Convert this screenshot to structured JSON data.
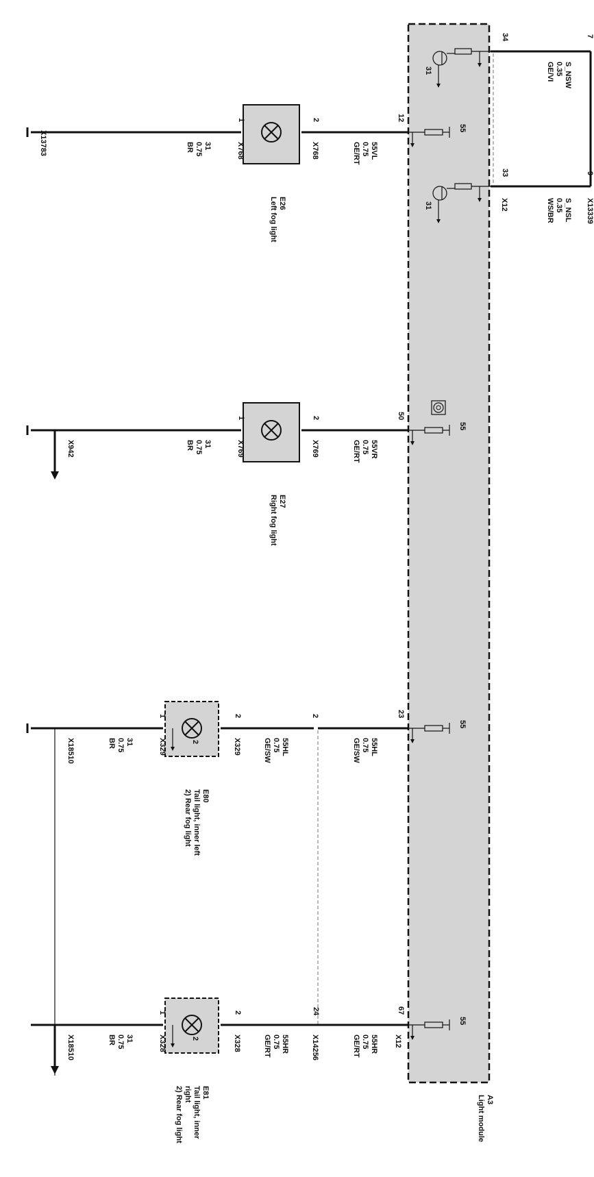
{
  "module": {
    "code": "A3",
    "name": "Light module",
    "connector": "X12",
    "fill": "#d4d4d4"
  },
  "top_wires": {
    "connector": "X13339",
    "wire1": {
      "module_pin": "34",
      "conn_pin": "7",
      "signal": "S_NSW",
      "size": "0.35",
      "color": "GE/VI"
    },
    "wire2": {
      "module_pin": "33",
      "conn_pin": "9",
      "signal": "S_NSL",
      "size": "0.35",
      "color": "WS/BR"
    },
    "transistor_ground": "31"
  },
  "fuse_label": "55",
  "lamps": [
    {
      "code": "E26",
      "name": "Left fog light",
      "conn": "X768",
      "pin_in": "2",
      "pin_out": "1",
      "module_pin": "12",
      "signal": "55VL",
      "size": "0.75",
      "color": "GE/RT",
      "ground": "31",
      "ground_size": "0.75",
      "ground_color": "BR",
      "ground_conn": "X13783"
    },
    {
      "code": "E27",
      "name": "Right fog light",
      "conn": "X769",
      "pin_in": "2",
      "pin_out": "1",
      "module_pin": "50",
      "signal": "55VR",
      "size": "0.75",
      "color": "GE/RT",
      "ground": "31",
      "ground_size": "0.75",
      "ground_color": "BR",
      "ground_conn": "X942"
    },
    {
      "code": "E80",
      "name_line1": "Tail light, inner left",
      "name_line2": "2) Rear fog light",
      "conn": "X329",
      "pin_in": "2",
      "pin_out": "1",
      "inner": "2",
      "module_pin": "23",
      "mid_pin": "2",
      "signal": "55HL",
      "size": "0.75",
      "color": "GE/SW",
      "ground": "31",
      "ground_size": "0.75",
      "ground_color": "BR",
      "ground_conn": "X18510"
    },
    {
      "code": "E81",
      "name_line1": "Tail light, inner",
      "name_line2": "right",
      "name_line3": "2) Rear fog light",
      "conn": "X328",
      "pin_in": "2",
      "pin_out": "1",
      "inner": "2",
      "module_pin": "67",
      "mid_pin": "24",
      "mid_conn": "X14256",
      "signal": "55HR",
      "size": "0.75",
      "color": "GE/RT",
      "ground": "31",
      "ground_size": "0.75",
      "ground_color": "BR",
      "ground_conn": "X18510"
    }
  ]
}
